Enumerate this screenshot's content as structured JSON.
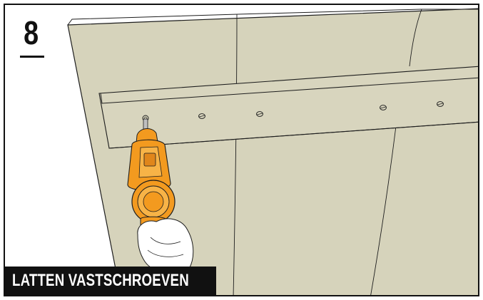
{
  "step": {
    "number": "8"
  },
  "caption": {
    "text": "LATTEN VASTSCHROEVEN"
  },
  "colors": {
    "panel": "#d6d3bb",
    "outline": "#1d1d1d",
    "drill_orange": "#f39a1f",
    "drill_light": "#f7b347",
    "caption_background": "#111111",
    "caption_text": "#ffffff"
  },
  "icons": {
    "drill": "power-drill-illustration",
    "screw": "screw-head-icon"
  }
}
